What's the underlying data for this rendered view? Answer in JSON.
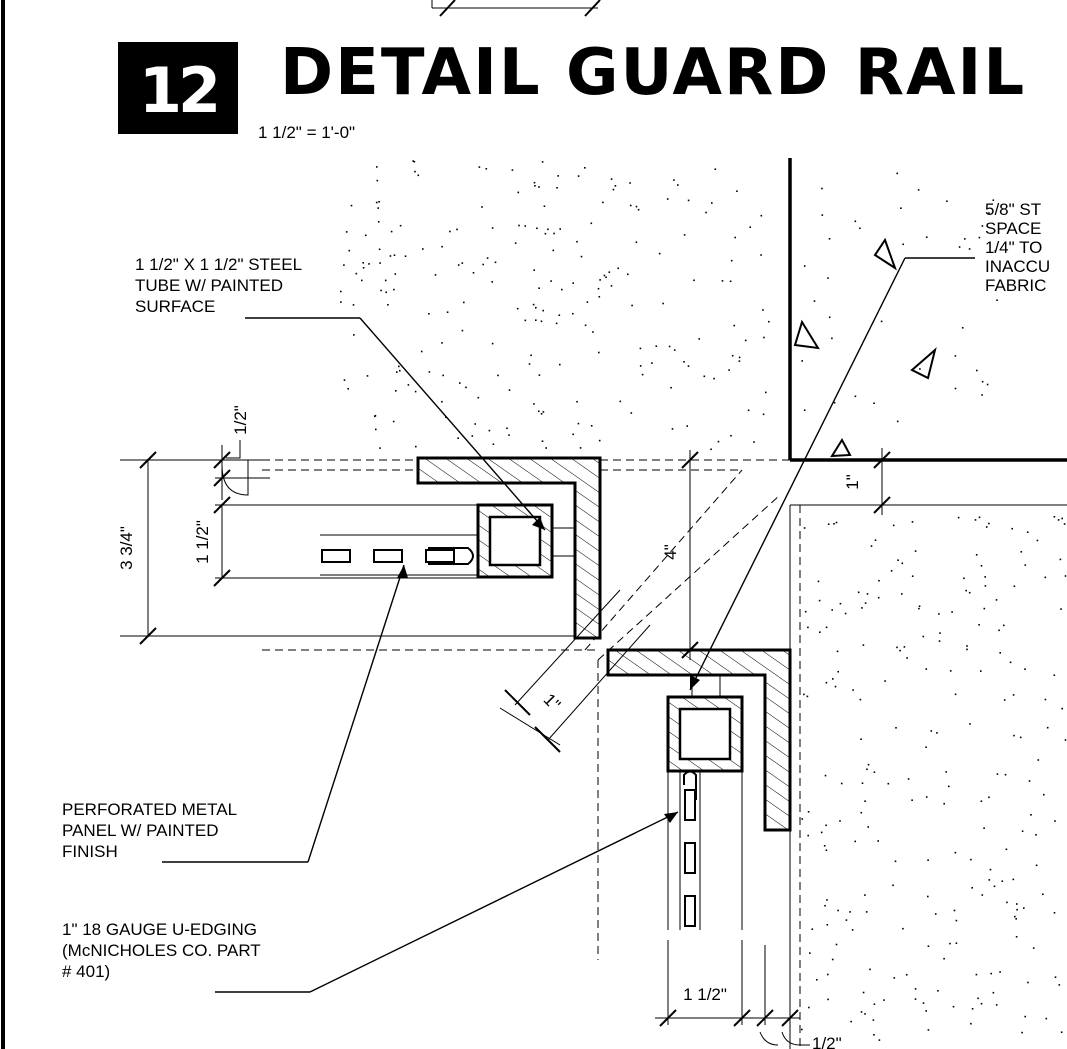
{
  "detail": {
    "number": "12",
    "title": "DETAIL GUARD RAIL",
    "scale": "1 1/2\" = 1'-0\""
  },
  "notes": {
    "tube": [
      "1 1/2\" X 1 1/2\" STEEL",
      "TUBE W/ PAINTED",
      "SURFACE"
    ],
    "panel": [
      "PERFORATED METAL",
      "PANEL W/ PAINTED",
      "FINISH"
    ],
    "edging": [
      "1\" 18 GAUGE U-EDGING",
      "(McNICHOLES CO. PART",
      "# 401)"
    ],
    "spacer": [
      "5/8\" ST",
      " SPACE",
      "1/4\" TO",
      "INACCU",
      "FABRIC"
    ]
  },
  "dimensions": {
    "half_top": "1/2\"",
    "one_half_left": "1 1/2\"",
    "three_three_quarter": "3 3/4\"",
    "four": "4\"",
    "one_right": "1\"",
    "one_diag": "1\"",
    "one_half_bottom": "1 1/2\"",
    "half_bottom": "1/2\""
  }
}
